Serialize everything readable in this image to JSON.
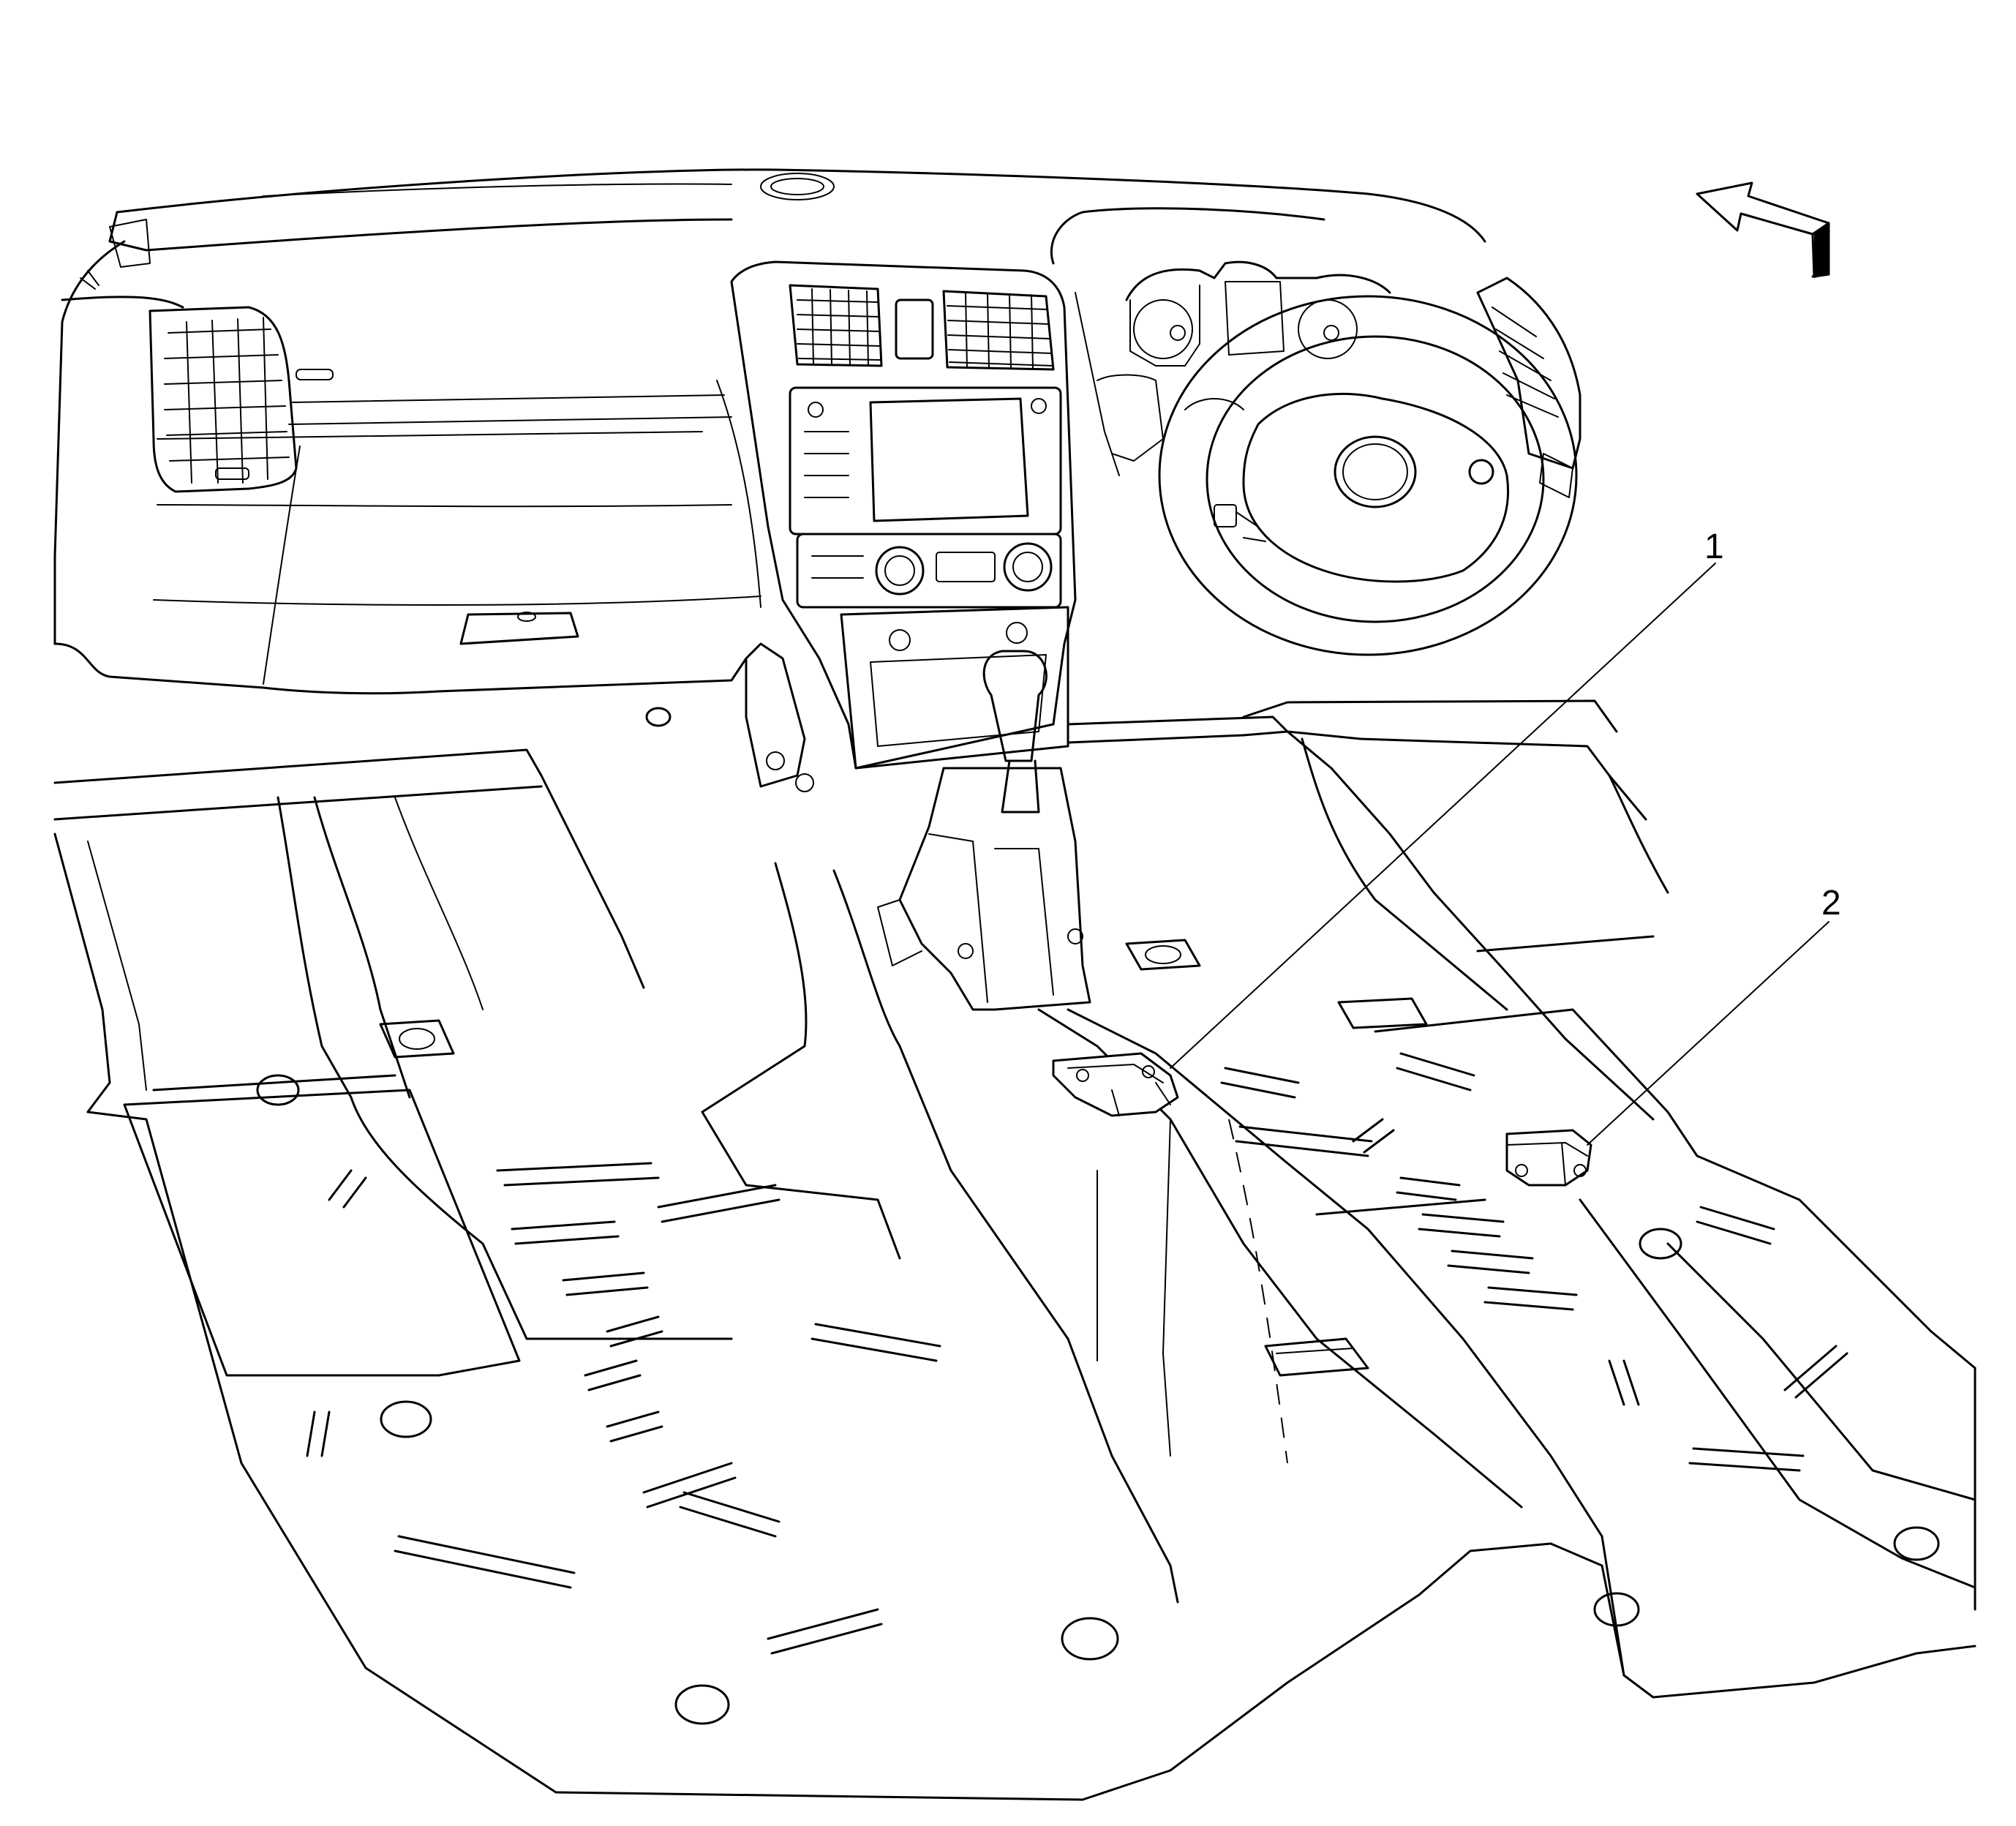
{
  "callouts": [
    {
      "id": "1",
      "label": "1"
    },
    {
      "id": "2",
      "label": "2"
    }
  ],
  "icons": {
    "direction_arrow": "forward-direction-arrow-icon"
  },
  "colors": {
    "line": "#000000",
    "background": "#ffffff"
  }
}
